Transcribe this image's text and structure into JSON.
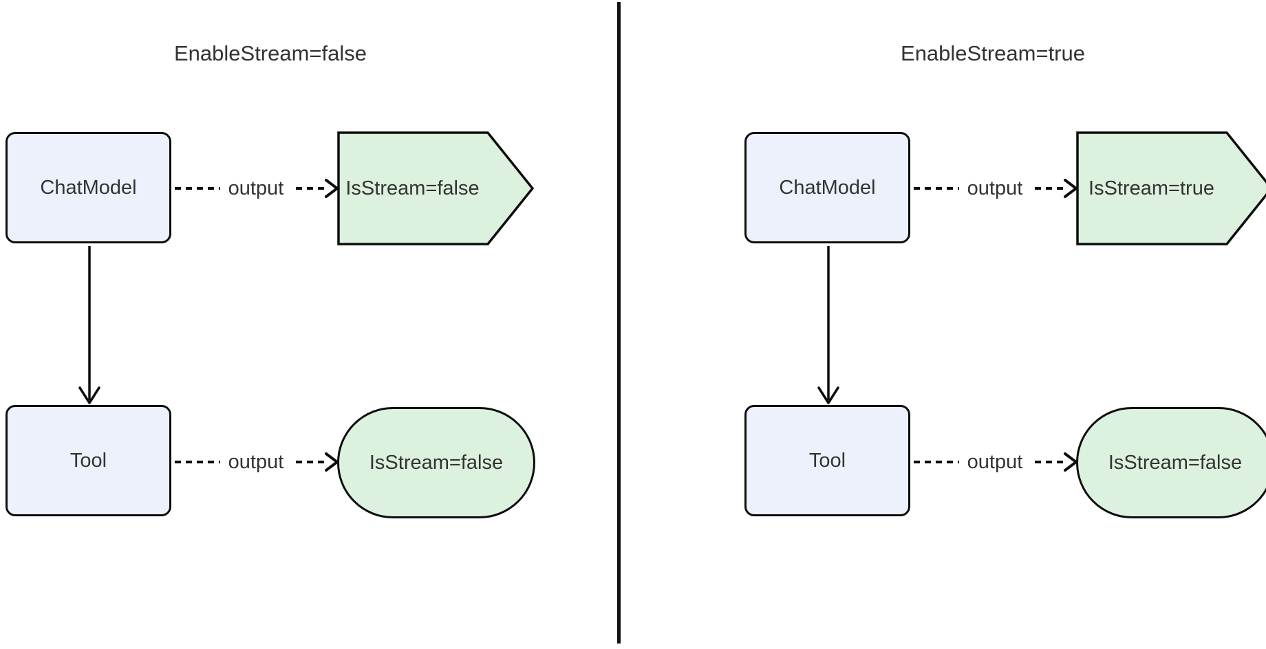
{
  "diagram": {
    "type": "flowchart-comparison",
    "background": "#ffffff",
    "divider_color": "#111111",
    "node_fill": "#ecf1fb",
    "result_fill": "#dcf2de",
    "border_color": "#0d0d0d",
    "text_color": "#333333",
    "panels": [
      {
        "id": "enablestream-false",
        "title": "EnableStream=false",
        "nodes": {
          "chat_model": "ChatModel",
          "tool": "Tool",
          "chat_result": "IsStream=false",
          "tool_result": "IsStream=false"
        },
        "edges": {
          "chat_output": "output",
          "tool_output": "output",
          "chat_to_tool": ""
        }
      },
      {
        "id": "enablestream-true",
        "title": "EnableStream=true",
        "nodes": {
          "chat_model": "ChatModel",
          "tool": "Tool",
          "chat_result": "IsStream=true",
          "tool_result": "IsStream=false"
        },
        "edges": {
          "chat_output": "output",
          "tool_output": "output",
          "chat_to_tool": ""
        }
      }
    ]
  }
}
